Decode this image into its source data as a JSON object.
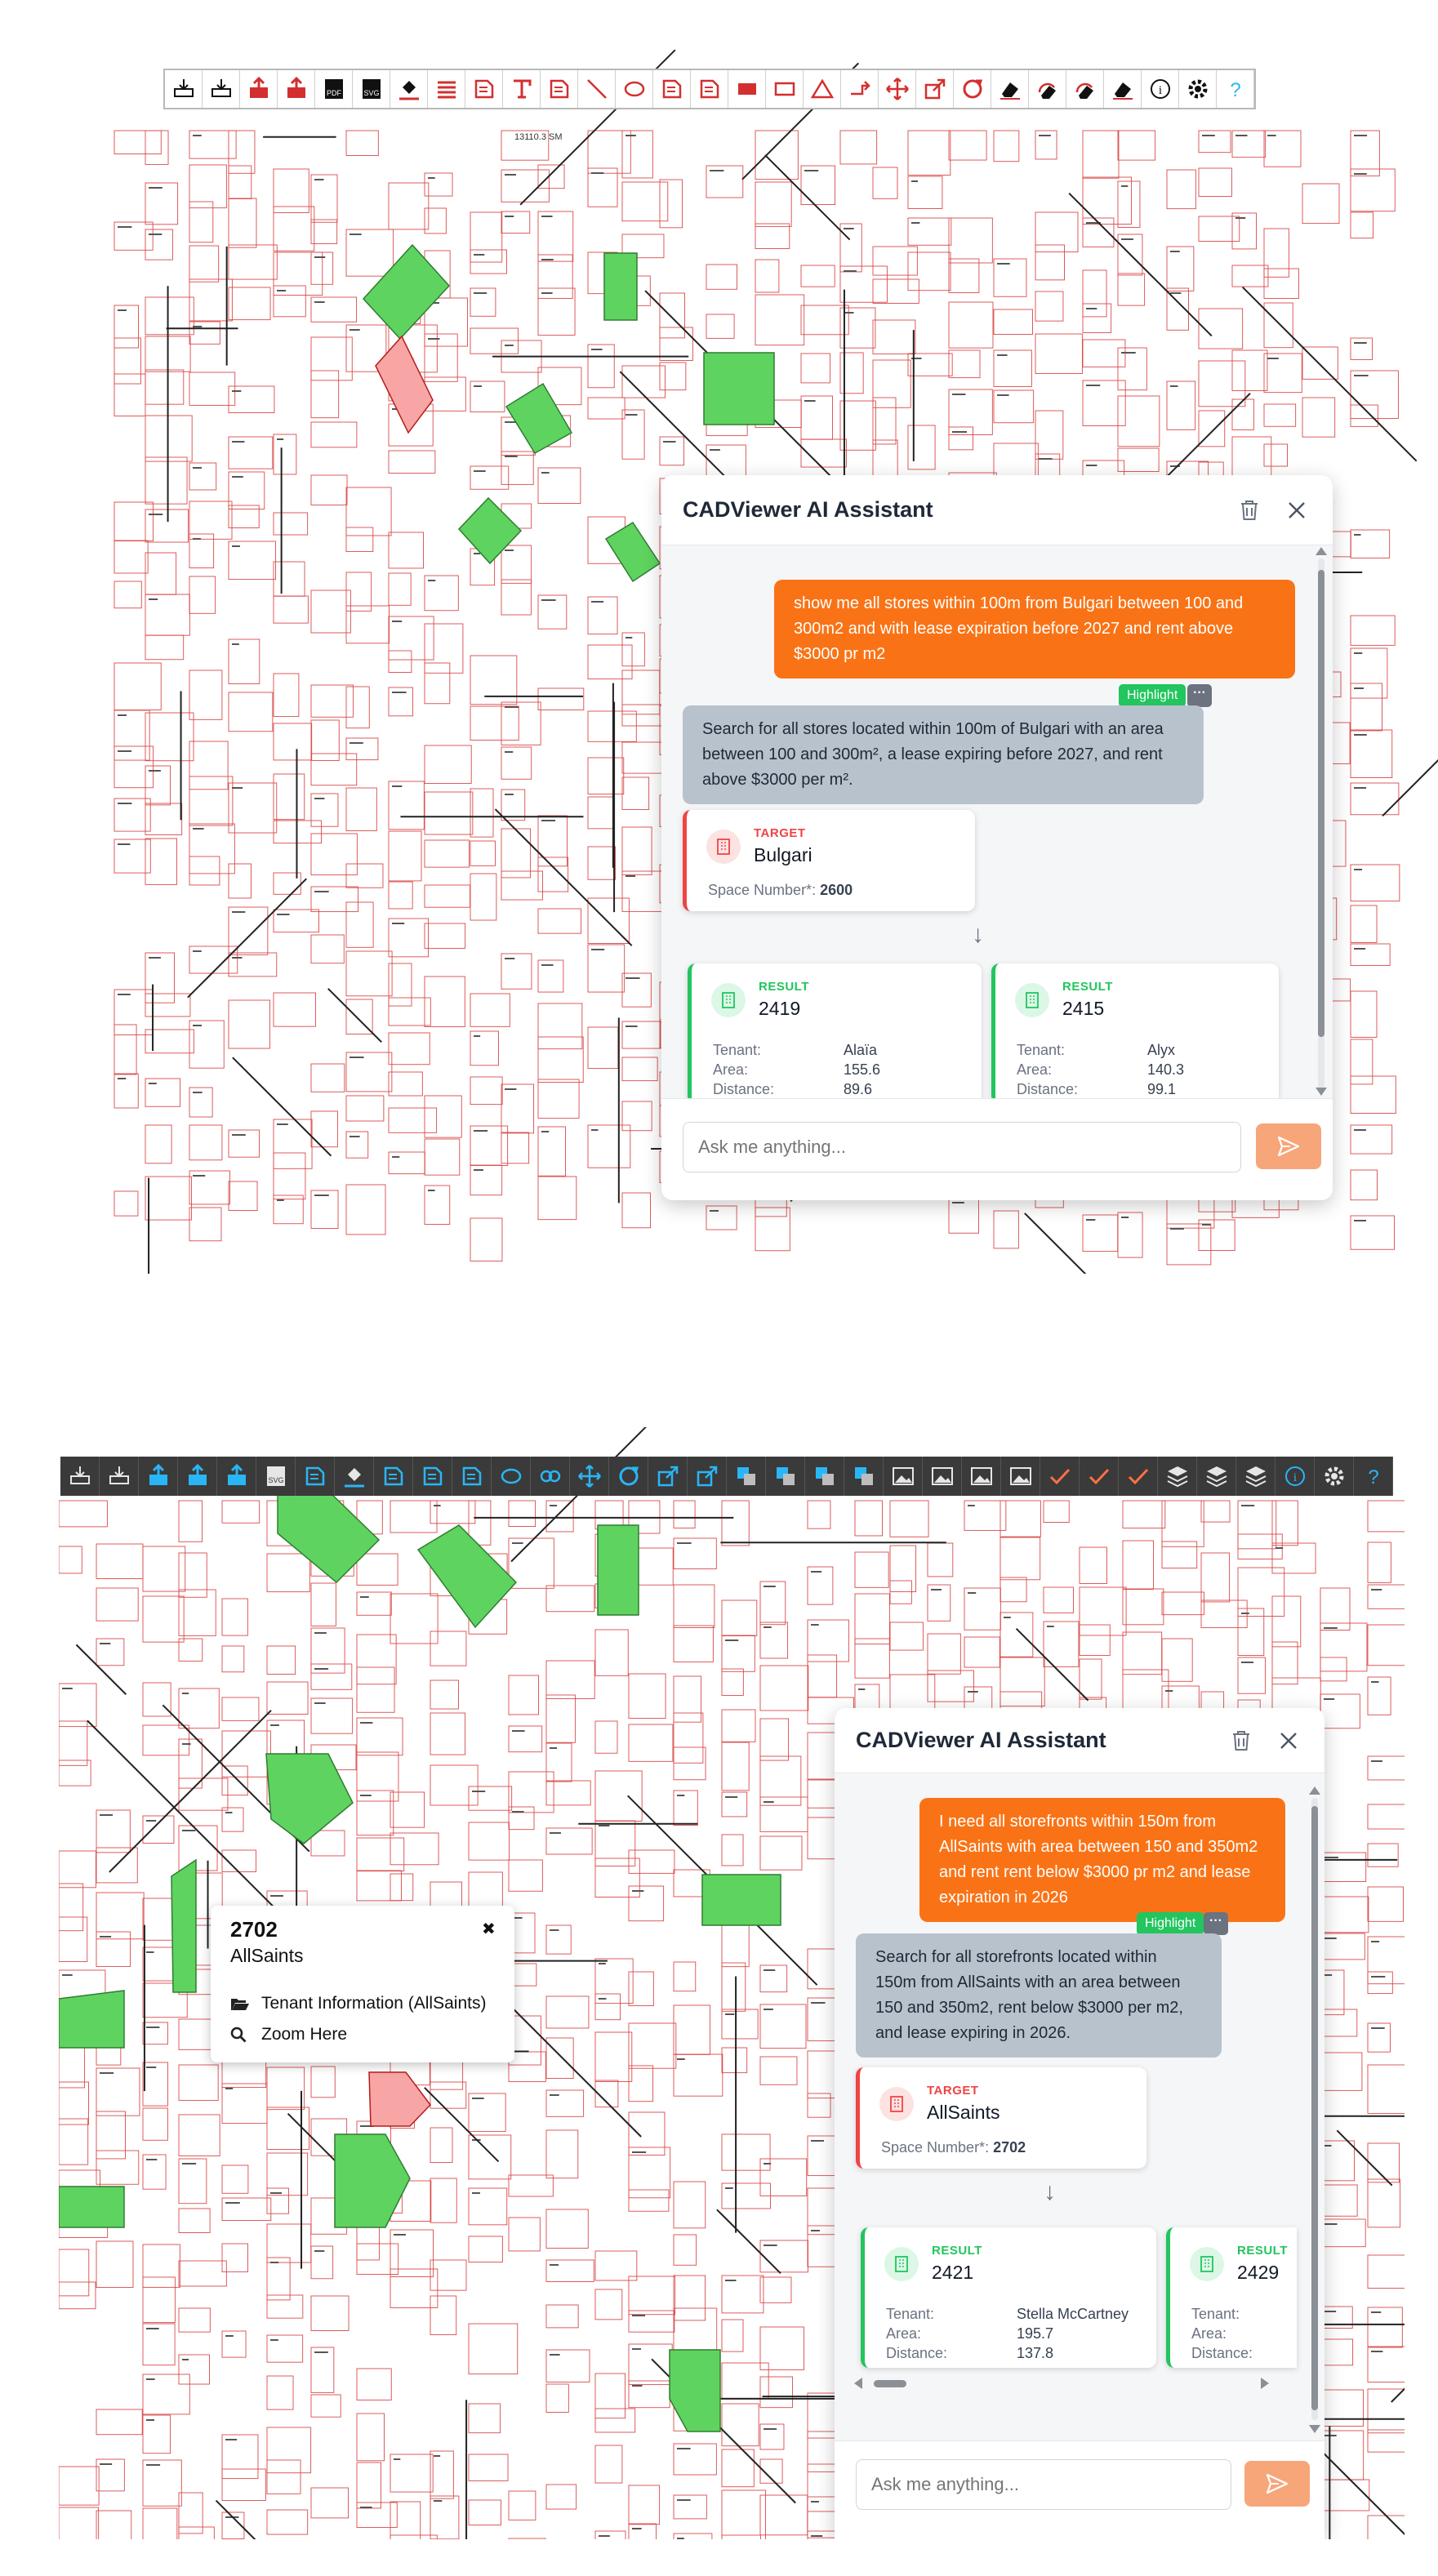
{
  "colors": {
    "accent": "#f97316",
    "ai_bubble": "#b8c2cc",
    "target": "#ef4444",
    "result": "#22c55e",
    "space_green": "#5fd35f",
    "space_red": "#f8a5a5",
    "wall": "#d94a4a"
  },
  "panel1": {
    "toolbar_icons": [
      "download-icon",
      "upload-icon",
      "export-icon",
      "import-icon",
      "pdf-icon",
      "svg-icon",
      "fill-icon",
      "lines-icon",
      "note-icon",
      "text-icon",
      "cloud-icon",
      "line-icon",
      "ellipse-icon",
      "polygon-icon",
      "freehand-icon",
      "filled-rect-icon",
      "rect-icon",
      "triangle-icon",
      "arrow-icon",
      "move-icon",
      "resize-icon",
      "rotate-icon",
      "eraser-icon",
      "redo-icon",
      "undo-icon",
      "clear-icon",
      "info-icon",
      "settings-icon",
      "help-icon"
    ],
    "toolbar_labels": {
      "pdf": "PDF",
      "svg": "SVG",
      "info": "i",
      "help": "?"
    },
    "plan_dimension": "13110.3 SM",
    "assistant": {
      "title": "CADViewer AI Assistant",
      "user_message": "show me all stores within 100m from Bulgari between 100 and 300m2 and with lease expiration before 2027 and rent above $3000 pr m2",
      "highlight_label": "Highlight",
      "more_label": "···",
      "ai_message": "Search for all stores located within 100m of Bulgari with an area between 100 and 300m², a lease expiring before 2027, and rent above $3000 per m².",
      "target": {
        "label": "TARGET",
        "name": "Bulgari",
        "space_label": "Space Number*:",
        "space_number": "2600"
      },
      "results": [
        {
          "label": "RESULT",
          "id": "2419",
          "tenant_label": "Tenant:",
          "tenant": "Alaïa",
          "area_label": "Area:",
          "area": "155.6",
          "distance_label": "Distance:",
          "distance": "89.6"
        },
        {
          "label": "RESULT",
          "id": "2415",
          "tenant_label": "Tenant:",
          "tenant": "Alyx",
          "area_label": "Area:",
          "area": "140.3",
          "distance_label": "Distance:",
          "distance": "99.1"
        }
      ],
      "input_placeholder": "Ask me anything..."
    }
  },
  "panel2": {
    "toolbar_icons": [
      "download-icon",
      "upload-icon",
      "export-icon",
      "import-icon",
      "export2-icon",
      "svg-icon",
      "layout-icon",
      "fill-icon",
      "note-icon",
      "edit-icon",
      "draw-icon",
      "ellipse-icon",
      "link-icon",
      "move-icon",
      "rotate-icon",
      "resize-icon",
      "resize2-icon",
      "layers1-icon",
      "layers2-icon",
      "layers3-icon",
      "layers4-icon",
      "image-icon",
      "image2-icon",
      "image3-icon",
      "image4-icon",
      "check-icon",
      "check2-icon",
      "check3-icon",
      "stack-icon",
      "stack2-icon",
      "stack3-icon",
      "info-icon",
      "settings-icon",
      "help-icon"
    ],
    "toolbar_labels": {
      "svg": "SVG",
      "info": "i",
      "help": "?"
    },
    "popup": {
      "space_number": "2702",
      "tenant": "AllSaints",
      "close_label": "✖",
      "item1": "Tenant Information (AllSaints)",
      "item2": "Zoom Here"
    },
    "assistant": {
      "title": "CADViewer AI Assistant",
      "user_message": "I need all storefronts within 150m from AllSaints with area between 150 and 350m2 and rent rent below $3000 pr m2 and lease expiration in 2026",
      "highlight_label": "Highlight",
      "more_label": "···",
      "ai_message": "Search for all storefronts located within 150m from AllSaints with an area between 150 and 350m2, rent below $3000 per m2, and lease expiring in 2026.",
      "target": {
        "label": "TARGET",
        "name": "AllSaints",
        "space_label": "Space Number*:",
        "space_number": "2702"
      },
      "results": [
        {
          "label": "RESULT",
          "id": "2421",
          "tenant_label": "Tenant:",
          "tenant": "Stella McCartney",
          "area_label": "Area:",
          "area": "195.7",
          "distance_label": "Distance:",
          "distance": "137.8"
        },
        {
          "label": "RESULT",
          "id": "2429",
          "tenant_label": "Tenant:",
          "tenant": "",
          "area_label": "Area:",
          "area": "",
          "distance_label": "Distance:",
          "distance": ""
        }
      ],
      "input_placeholder": "Ask me anything..."
    }
  }
}
